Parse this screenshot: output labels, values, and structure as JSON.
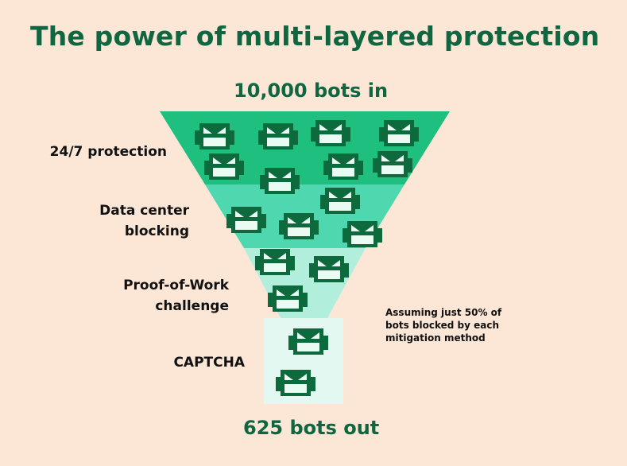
{
  "title": "The power of multi-layered protection",
  "input_label": "10,000 bots in",
  "output_label": "625 bots out",
  "stages": [
    {
      "name": "24/7 protection",
      "lines": [
        "24/7 protection"
      ],
      "color": "#1fbf80"
    },
    {
      "name": "Data center blocking",
      "lines": [
        "Data center",
        "blocking"
      ],
      "color": "#4fd8b0"
    },
    {
      "name": "Proof-of-Work challenge",
      "lines": [
        "Proof-of-Work",
        "challenge"
      ],
      "color": "#b2eedc"
    },
    {
      "name": "CAPTCHA",
      "lines": [
        "CAPTCHA"
      ],
      "color": "#e2f8f0"
    }
  ],
  "note_lines": [
    "Assuming just 50% of",
    "bots blocked by each",
    "mitigation method"
  ],
  "bot_icon": "robot-head-icon"
}
